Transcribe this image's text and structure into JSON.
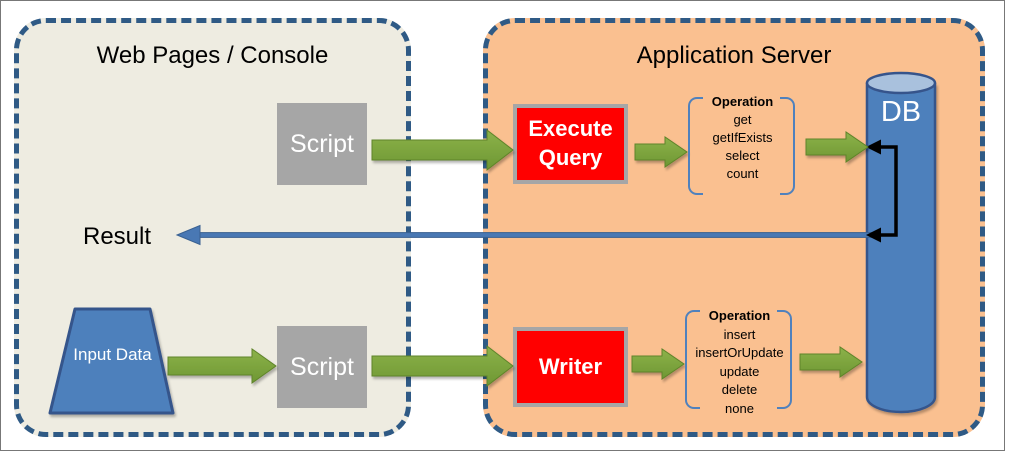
{
  "colors": {
    "panel_left_bg": "#EEECE1",
    "panel_right_bg": "#FAC090",
    "dashed_border": "#2F5A85",
    "box_gray": "#A6A6A6",
    "box_red": "#FF0000",
    "red_box_border": "#A6A6A6",
    "blue_shape": "#4E80BC",
    "blue_shape_border": "#36548B",
    "cylinder_top": "#A9C1DD",
    "arrow_green": "#7CA53C",
    "arrow_green_light": "#8CB24A",
    "arrow_green_dark": "#5E8429",
    "arrow_blue": "#4978B4",
    "connector_black": "#000000",
    "bracket_blue": "#4F81BD"
  },
  "left_panel": {
    "title": "Web Pages / Console",
    "script_top_label": "Script",
    "script_bottom_label": "Script",
    "result_label": "Result",
    "input_data_label": "Input Data"
  },
  "right_panel": {
    "title": "Application Server",
    "execute_query_label": "Execute Query",
    "writer_label": "Writer",
    "db_label": "DB",
    "query_operations": {
      "title": "Operation",
      "items": [
        "get",
        "getIfExists",
        "select",
        "count"
      ]
    },
    "write_operations": {
      "title": "Operation",
      "items": [
        "insert",
        "insertOrUpdate",
        "update",
        "delete",
        "none"
      ]
    }
  }
}
